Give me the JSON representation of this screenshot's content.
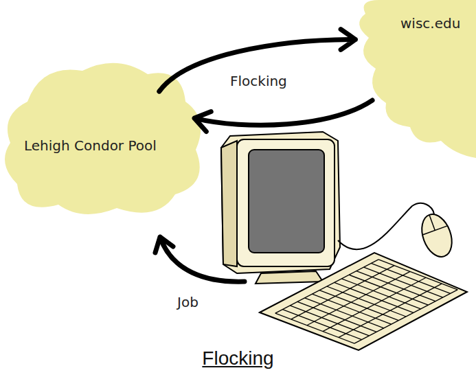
{
  "diagram": {
    "caption": "Flocking",
    "nodes": [
      {
        "text": [
          "Lehigh Condor Pool"
        ]
      },
      {
        "text": [
          "wisc.edu"
        ]
      }
    ],
    "edges": [
      {
        "from": 0,
        "to": 1,
        "arrow": "to",
        "label": "Flocking"
      },
      {
        "from": 1,
        "to": 0,
        "arrow": "to"
      }
    ],
    "labels": [
      "Job"
    ]
  }
}
